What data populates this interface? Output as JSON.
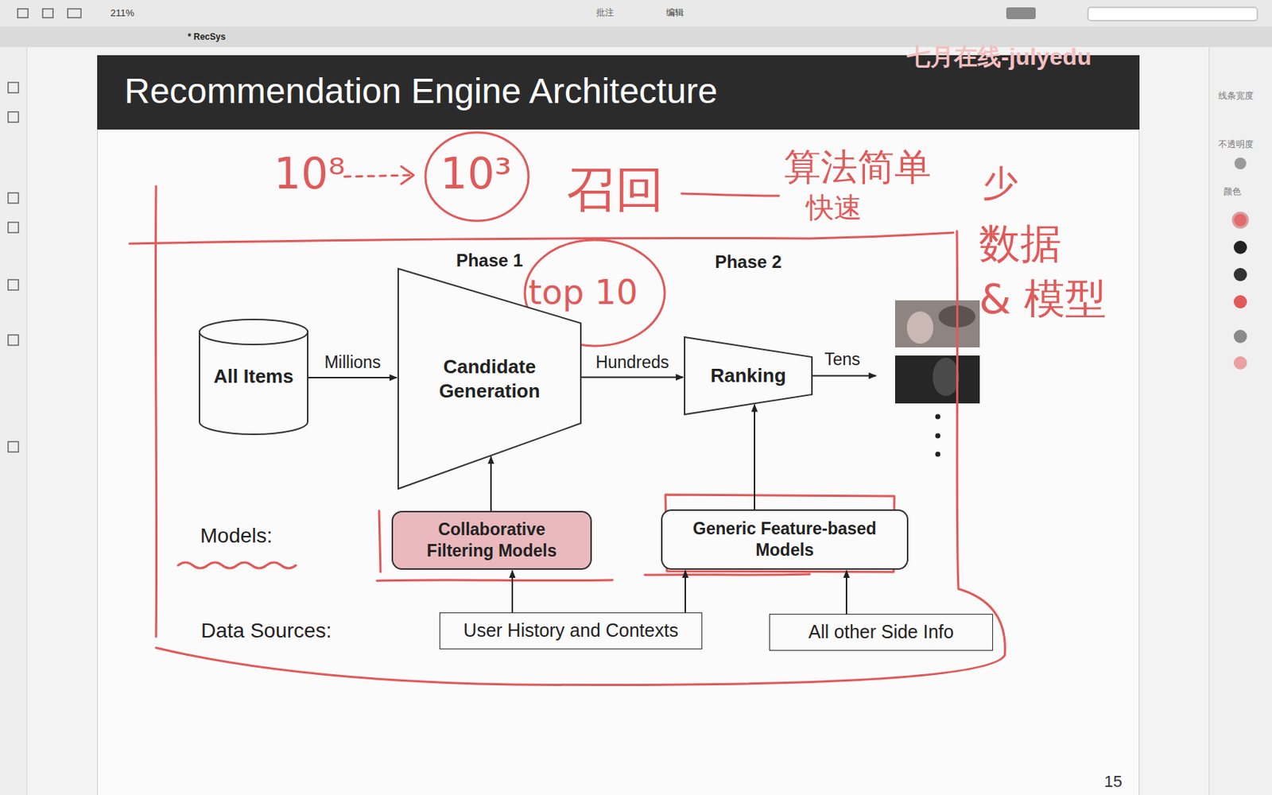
{
  "diagram": {
    "title": "Recommendation Engine Architecture",
    "nodes": [
      {
        "text": [
          "All Items"
        ]
      },
      {
        "text": [
          "Phase 1",
          "Candidate Generation"
        ]
      },
      {
        "text": [
          "Phase 2",
          "Ranking"
        ]
      },
      {
        "text": [
          "Collaborative Filtering Models"
        ]
      },
      {
        "text": [
          "Generic Feature-based Models"
        ]
      },
      {
        "text": [
          "User History and Contexts"
        ]
      },
      {
        "text": [
          "All other Side Info"
        ]
      }
    ],
    "edges": [
      {
        "from": 0,
        "to": 1,
        "arrow": "to",
        "label": "Millions"
      },
      {
        "from": 1,
        "to": 2,
        "arrow": "to",
        "label": "Hundreds"
      },
      {
        "from": 3,
        "to": 1,
        "arrow": "to"
      },
      {
        "from": 4,
        "to": 2,
        "arrow": "to"
      },
      {
        "from": 5,
        "to": 3,
        "arrow": "to"
      },
      {
        "from": 5,
        "to": 4,
        "arrow": "to"
      },
      {
        "from": 6,
        "to": 4,
        "arrow": "to"
      }
    ],
    "labels": [
      "211%",
      "* RecSys",
      "批注",
      "编辑",
      "线条宽度",
      "不透明度",
      "颜色",
      "七月在线-julyedu",
      "Models:",
      "Data Sources:",
      "Tens",
      "10⁸",
      "10³",
      "召回",
      "算法简单",
      "快速",
      "少",
      "数据",
      "& 模型",
      "top 10",
      "15"
    ]
  }
}
